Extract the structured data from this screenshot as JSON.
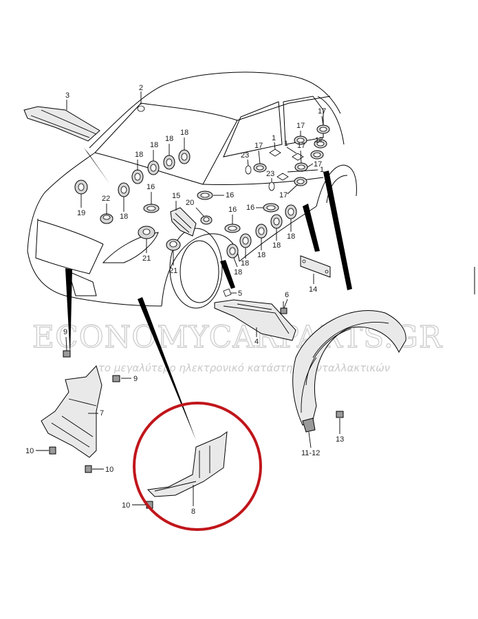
{
  "diagram": {
    "callouts": [
      {
        "id": "c3",
        "text": "3"
      },
      {
        "id": "c2",
        "text": "2"
      },
      {
        "id": "c18a",
        "text": "18"
      },
      {
        "id": "c18b",
        "text": "18"
      },
      {
        "id": "c18c",
        "text": "18"
      },
      {
        "id": "c18d",
        "text": "18"
      },
      {
        "id": "c19",
        "text": "19"
      },
      {
        "id": "c22",
        "text": "22"
      },
      {
        "id": "c18e",
        "text": "18"
      },
      {
        "id": "c16a",
        "text": "16"
      },
      {
        "id": "c15",
        "text": "15"
      },
      {
        "id": "c20",
        "text": "20"
      },
      {
        "id": "c16b",
        "text": "16"
      },
      {
        "id": "c16c",
        "text": "16"
      },
      {
        "id": "c16d",
        "text": "16"
      },
      {
        "id": "c21a",
        "text": "21"
      },
      {
        "id": "c21b",
        "text": "21"
      },
      {
        "id": "c18f",
        "text": "18"
      },
      {
        "id": "c18g",
        "text": "18"
      },
      {
        "id": "c18h",
        "text": "18"
      },
      {
        "id": "c18i",
        "text": "18"
      },
      {
        "id": "c18j",
        "text": "18"
      },
      {
        "id": "c23a",
        "text": "23"
      },
      {
        "id": "c23b",
        "text": "23"
      },
      {
        "id": "c1a",
        "text": "1"
      },
      {
        "id": "c1b",
        "text": "1"
      },
      {
        "id": "c1c",
        "text": "1"
      },
      {
        "id": "c17a",
        "text": "17"
      },
      {
        "id": "c17b",
        "text": "17"
      },
      {
        "id": "c17c",
        "text": "17"
      },
      {
        "id": "c17d",
        "text": "17"
      },
      {
        "id": "c17e",
        "text": "17"
      },
      {
        "id": "c17f",
        "text": "17"
      },
      {
        "id": "c17g",
        "text": "17"
      },
      {
        "id": "c14",
        "text": "14"
      },
      {
        "id": "c5",
        "text": "5"
      },
      {
        "id": "c6",
        "text": "6"
      },
      {
        "id": "c4",
        "text": "4"
      },
      {
        "id": "c9a",
        "text": "9"
      },
      {
        "id": "c9b",
        "text": "9"
      },
      {
        "id": "c7",
        "text": "7"
      },
      {
        "id": "c10a",
        "text": "10"
      },
      {
        "id": "c10b",
        "text": "10"
      },
      {
        "id": "c10c",
        "text": "10"
      },
      {
        "id": "c8",
        "text": "8"
      },
      {
        "id": "c13",
        "text": "13"
      },
      {
        "id": "c1112",
        "text": "11-12"
      }
    ],
    "highlight_color": "#c0161b"
  },
  "watermark": {
    "title": "ECONOMYCARPARTS.GR",
    "subtitle": "το μεγαλύτερο ηλεκτρονικό κατάστημα ανταλλακτικών"
  }
}
